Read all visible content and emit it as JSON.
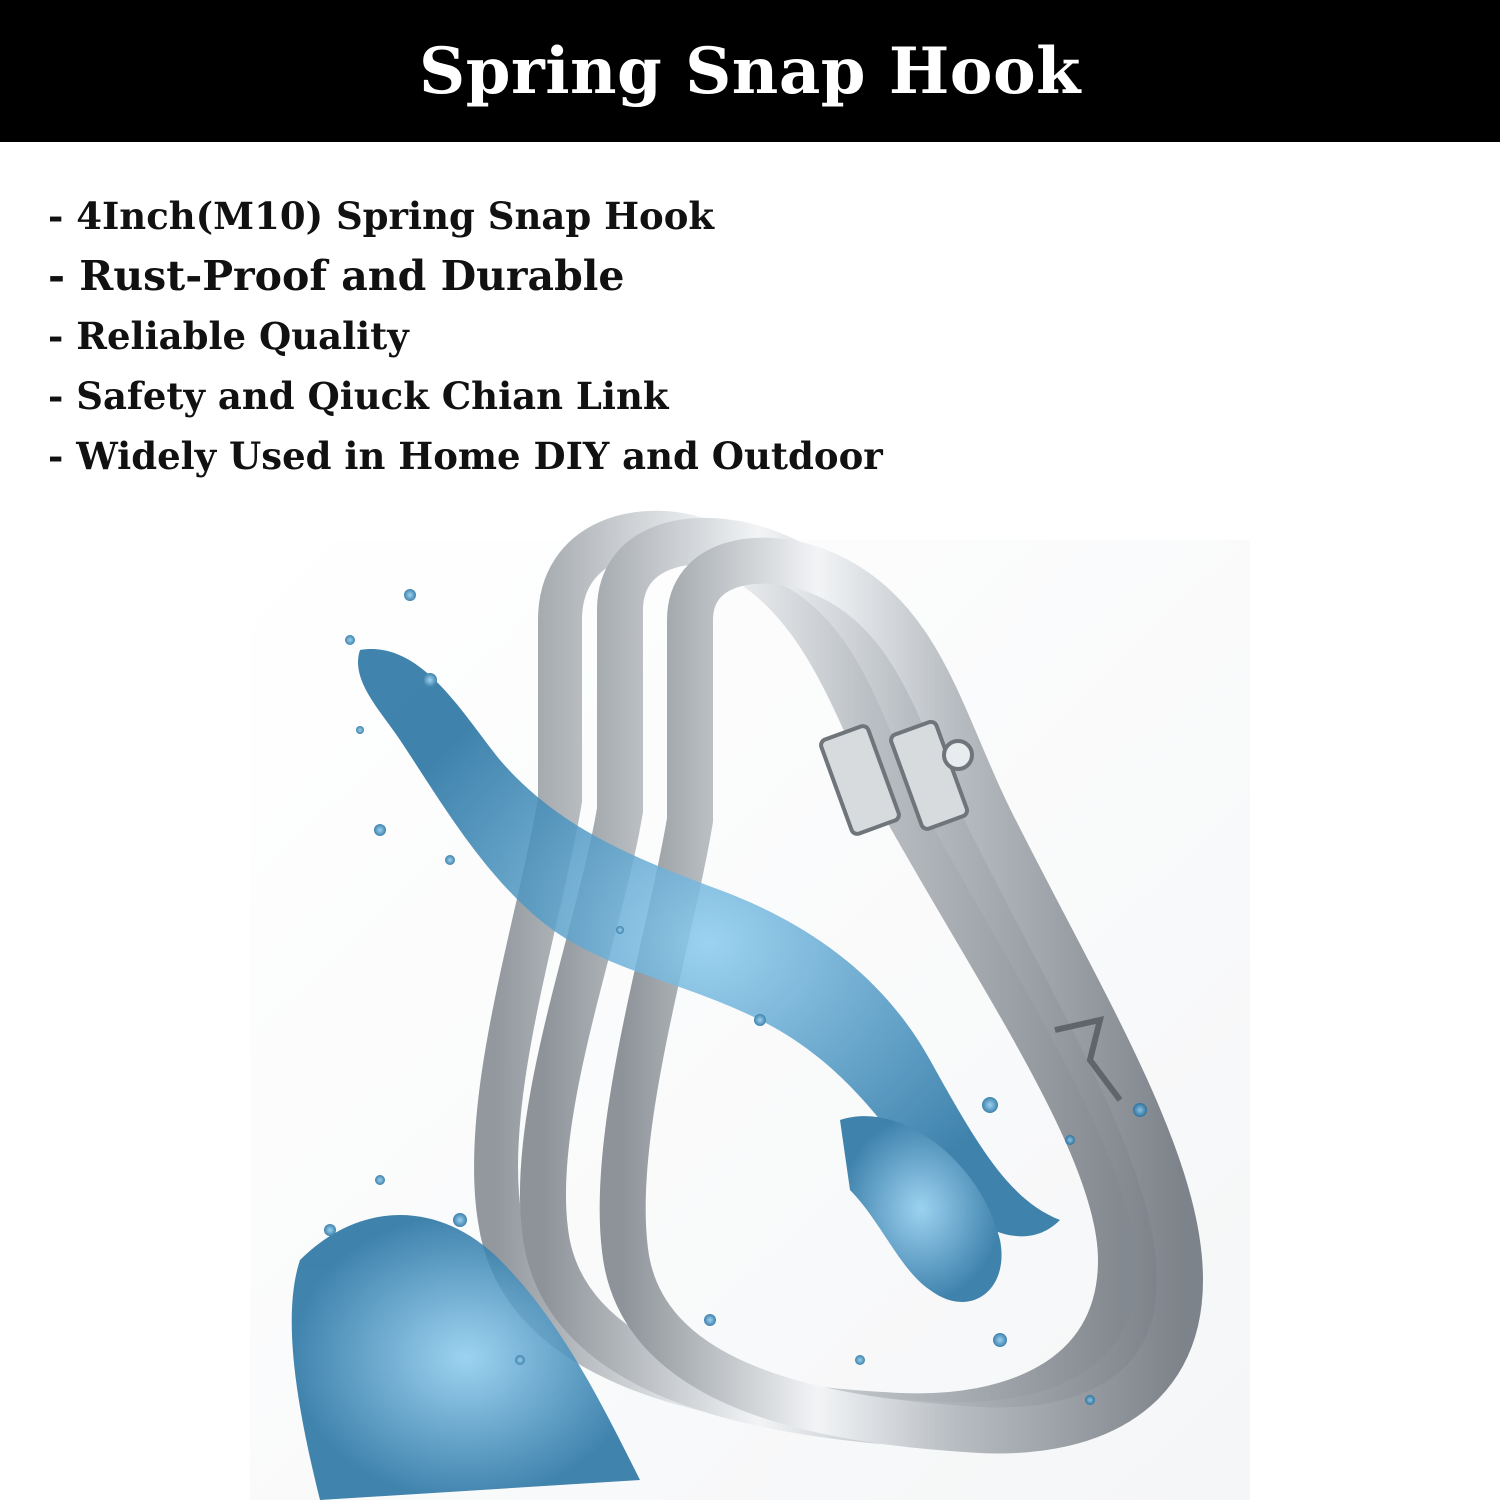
{
  "header": {
    "title": "Spring Snap Hook"
  },
  "features": [
    "- 4Inch(M10) Spring Snap Hook",
    "- Rust-Proof and Durable",
    "- Reliable Quality",
    "- Safety and Qiuck Chian Link",
    "- Widely Used in Home DIY and Outdoor"
  ],
  "colors": {
    "banner": "#000000",
    "steel": "#c9cdd1",
    "water": "#3a8fc4"
  },
  "image": {
    "icons": [
      "snap-hook-icon",
      "water-splash-icon"
    ]
  }
}
